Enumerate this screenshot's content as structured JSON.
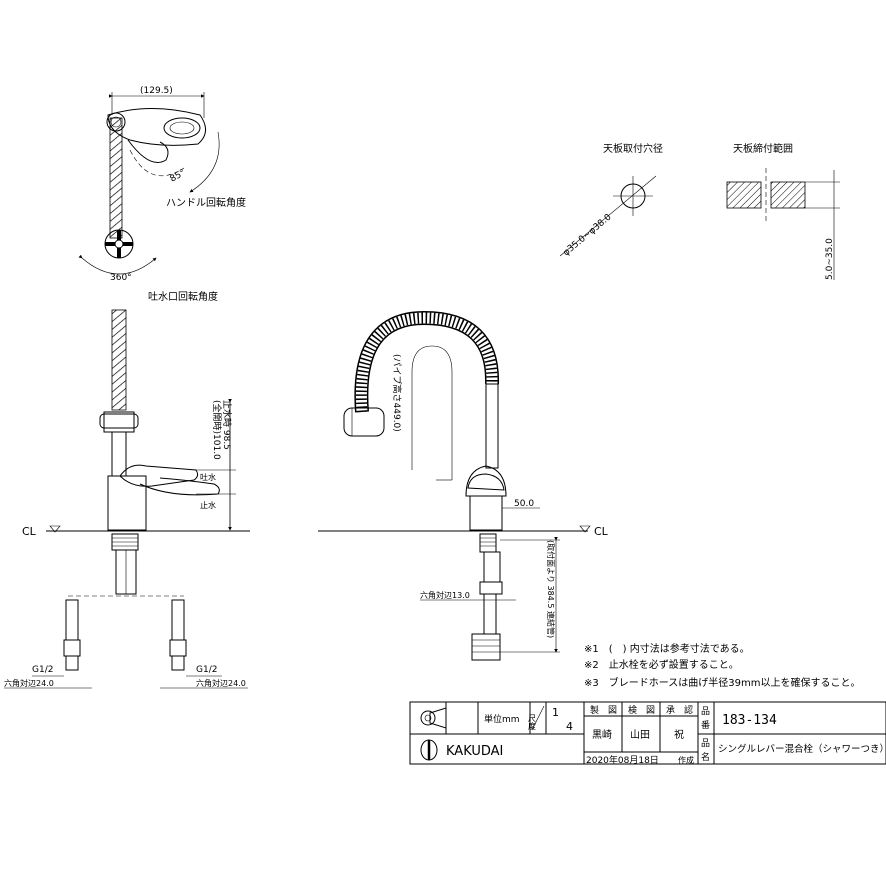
{
  "top_view": {
    "dim_width": "(129.5)",
    "angle_handle": "85°",
    "label_handle": "ハンドル回転角度",
    "angle_spout": "360°"
  },
  "side_view": {
    "label_spout": "吐水口回転角度",
    "dim_total_height": "(全開時)101.0",
    "dim_stop_height": "止水時 98.5",
    "label_discharge": "吐水",
    "label_stop": "止水",
    "label_cl": "CL",
    "label_g_left": "G1/2",
    "label_g_right": "G1/2",
    "label_hex_left": "六角対辺24.0",
    "label_hex_right": "六角対辺24.0"
  },
  "front_view": {
    "dim_pipe_height": "(パイプ高さ449.0)",
    "dim_spout_reach": "50.0",
    "label_cl": "CL",
    "label_hex13": "六角対辺13.0",
    "dim_body_below": "(取付面より 384.5 連結管)"
  },
  "hole_spec": {
    "title": "天板取付穴径",
    "dim": "φ35.0~φ38.0"
  },
  "thickness_spec": {
    "title": "天板締付範囲",
    "dim": "5.0~35.0"
  },
  "notes": [
    "※1　(　) 内寸法は参考寸法である。",
    "※2　止水栓を必ず設置すること。",
    "※3　ブレードホースは曲げ半径39mm以上を確保すること。"
  ],
  "title_block": {
    "unit_label": "単位mm",
    "scale_label": "尺度",
    "scale_num": "1",
    "scale_den": "4",
    "col_draw": "製　図",
    "col_check": "検　図",
    "col_approve": "承　認",
    "name_draw": "黒崎",
    "name_check": "山田",
    "name_approve": "祝",
    "pn_label_1": "品",
    "pn_label_2": "番",
    "part_number": "183-134",
    "nm_label_1": "品",
    "nm_label_2": "名",
    "product_name": "シングルレバー混合栓（シャワーつき）",
    "company": "KAKUDAI",
    "date": "2020年08月18日",
    "date_suffix": "作成"
  }
}
